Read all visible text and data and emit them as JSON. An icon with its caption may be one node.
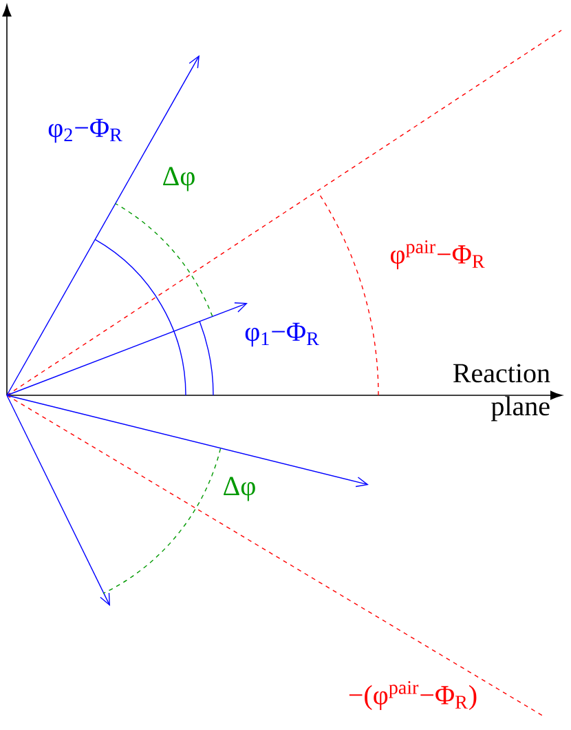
{
  "diagram": {
    "labels": [
      "φ$_{2}$−Φ$_{R}$",
      "Δφ",
      "φ$^{pair}$−Φ$_{R}$",
      "φ$_{1}$−Φ$_{R}$",
      "Reaction plane",
      "Δφ",
      "−(φ$^{pair}$−Φ$_{R}$)"
    ]
  }
}
